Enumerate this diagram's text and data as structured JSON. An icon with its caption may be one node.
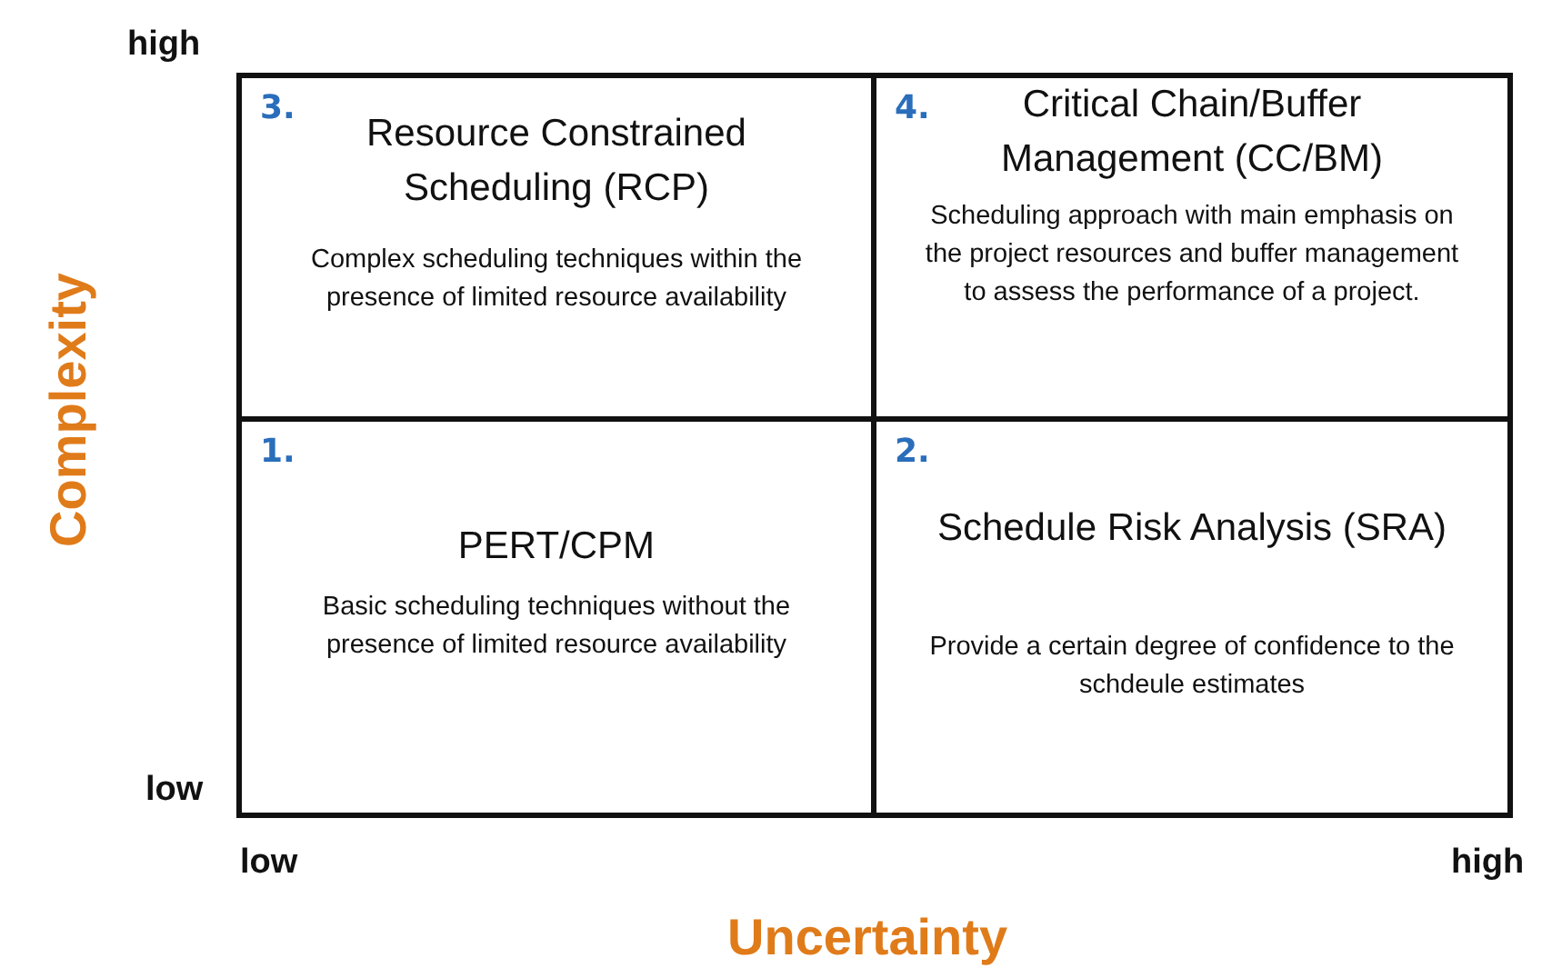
{
  "diagram": {
    "nodes": [
      {
        "text": [
          "3.",
          "Resource Constrained Scheduling (RCP)",
          "Complex scheduling techniques within the presence of limited resource availability"
        ]
      },
      {
        "text": [
          "4.",
          "Critical Chain/Buffer Management (CC/BM)",
          "Scheduling approach with main emphasis on the project resources and buffer management to assess the performance of a project."
        ]
      },
      {
        "text": [
          "1.",
          "PERT/CPM",
          "Basic scheduling techniques without the presence of limited resource availability"
        ]
      },
      {
        "text": [
          "2.",
          "Schedule Risk Analysis (SRA)",
          "Provide a certain degree of confidence to the schdeule estimates"
        ]
      }
    ],
    "edges": [],
    "labels": [
      "high",
      "Complexity",
      "low",
      "low",
      "high",
      "Uncertainty"
    ]
  }
}
